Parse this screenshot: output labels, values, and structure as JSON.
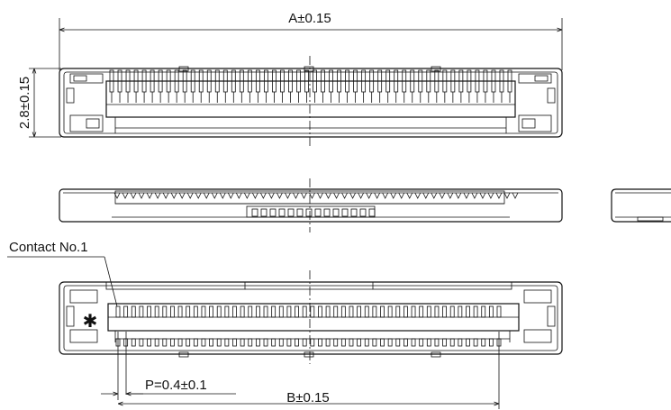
{
  "dimensions": {
    "width_label": "A±0.15",
    "height_label": "2.8±0.15",
    "pitch_label": "P=0.4±0.1",
    "contact_span_label": "B±0.15"
  },
  "annotations": {
    "contact_label": "Contact No.1",
    "polarity_mark": "✱"
  }
}
